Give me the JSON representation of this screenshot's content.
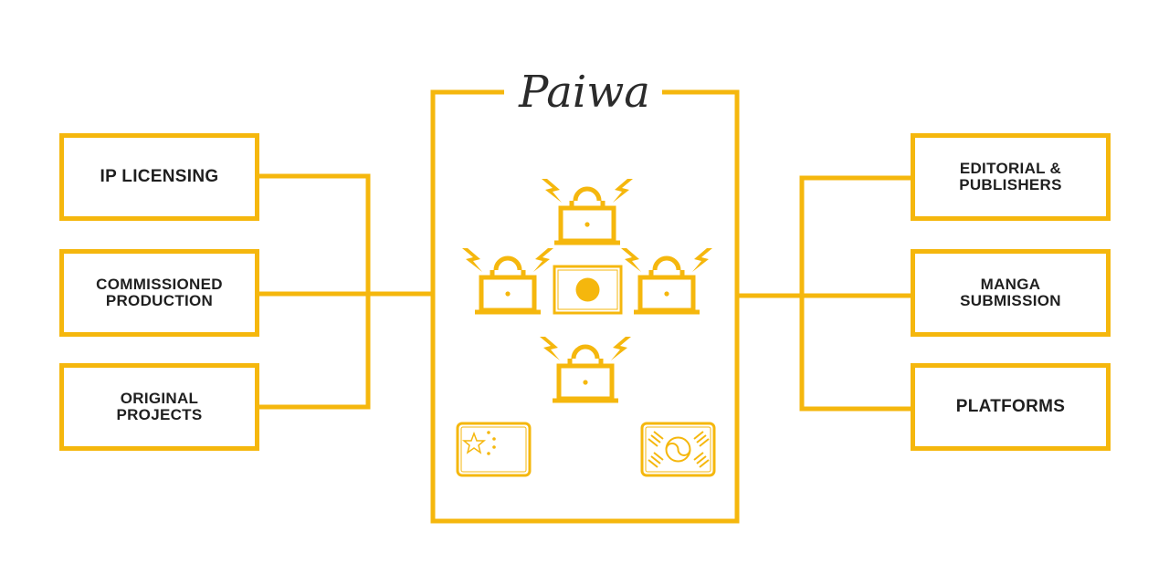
{
  "brand": {
    "name": "Paiwa"
  },
  "left_items": [
    {
      "label": "IP LICENSING"
    },
    {
      "label": "COMMISSIONED\nPRODUCTION"
    },
    {
      "label": "ORIGINAL\nPROJECTS"
    }
  ],
  "right_items": [
    {
      "label": "EDITORIAL &\nPUBLISHERS"
    },
    {
      "label": "MANGA\nSUBMISSION"
    },
    {
      "label": "PLATFORMS"
    }
  ],
  "flags": [
    {
      "country": "Japan",
      "icon": "japan-flag-icon"
    },
    {
      "country": "China",
      "icon": "china-flag-icon"
    },
    {
      "country": "South Korea",
      "icon": "south-korea-flag-icon"
    }
  ],
  "icons": [
    "creator-workstation-icon",
    "lightning-icon"
  ],
  "colors": {
    "accent": "#f5b70d",
    "text": "#1f1f1f",
    "background": "#ffffff"
  }
}
